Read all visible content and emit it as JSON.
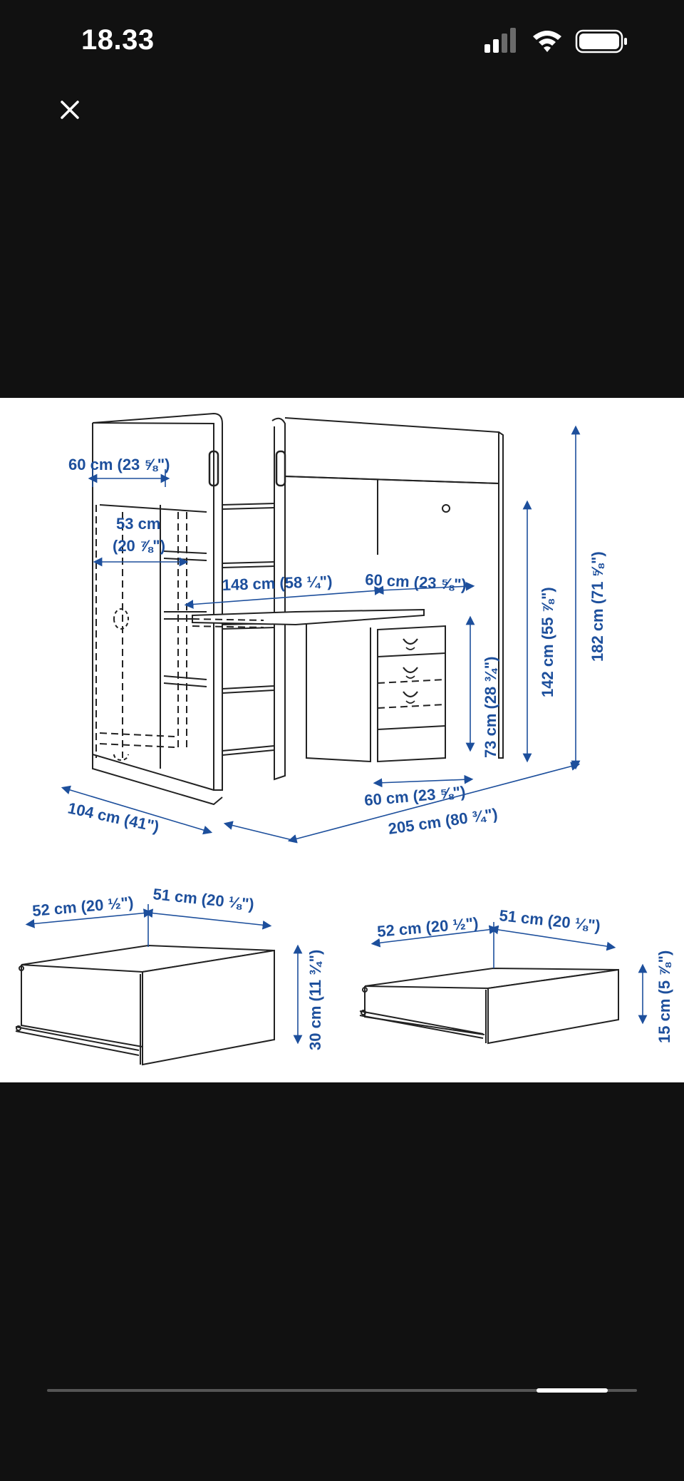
{
  "status_bar": {
    "time": "18.33"
  },
  "icons": {
    "signal": "cellular-signal-icon",
    "wifi": "wifi-icon",
    "battery": "battery-icon",
    "close": "close-icon"
  },
  "colors": {
    "background": "#111111",
    "image_background": "#ffffff",
    "dimension_text": "#1d4f9c",
    "line_art": "#222222"
  },
  "diagram": {
    "labels": {
      "top_left_width": "60 cm (23 ⅝\")",
      "inner_width_cm": "53 cm",
      "inner_width_in": "(20 ⅞\")",
      "desk_span": "148 cm (58 ¼\")",
      "desk_drawer_width": "60 cm (23 ⅝\")",
      "desk_height": "73 cm (28 ¾\")",
      "under_bed_height": "142 cm (55 ⅞\")",
      "total_height": "182 cm (71 ⅝\")",
      "depth": "104 cm (41\")",
      "desk_depth": "60 cm (23 ⅝\")",
      "total_length": "205 cm (80 ¾\")",
      "drawer_large_depth": "52 cm (20 ½\")",
      "drawer_large_width": "51 cm (20 ⅛\")",
      "drawer_large_height": "30 cm (11 ¾\")",
      "drawer_small_depth": "52 cm (20 ½\")",
      "drawer_small_width": "51 cm (20 ⅛\")",
      "drawer_small_height": "15 cm (5 ⅞\")"
    }
  },
  "viewer": {
    "scrub_progress": 0.89,
    "scrub_thumb_fraction": 0.12
  }
}
